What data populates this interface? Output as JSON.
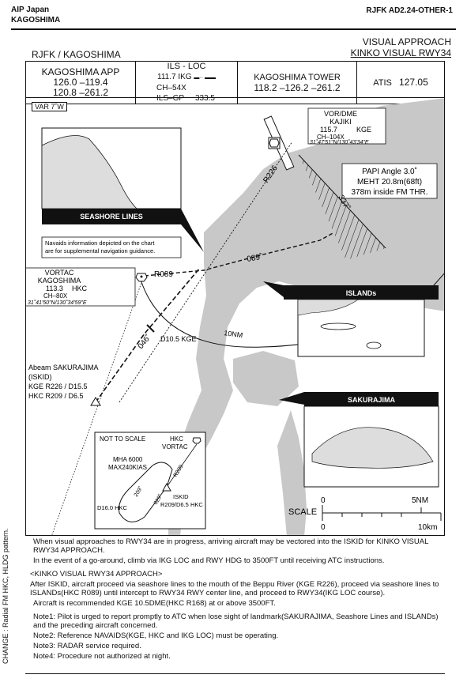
{
  "header": {
    "country": "AIP Japan",
    "city": "KAGOSHIMA",
    "doc_id": "RJFK AD2.24-OTHER-1"
  },
  "title": {
    "line1": "VISUAL APPROACH",
    "line2": "KINKO VISUAL RWY34",
    "airport": "RJFK / KAGOSHIMA"
  },
  "freq": {
    "app_name": "KAGOSHIMA  APP",
    "app_f1": "126.0 –119.4",
    "app_f2": "120.8 –261.2",
    "ils_name": "ILS - LOC",
    "ils_loc": "111.7 IKG",
    "ils_ch": "CH–54X",
    "ils_gp": "ILS–GP",
    "ils_gp_f": "333.5",
    "twr_name": "KAGOSHIMA TOWER",
    "twr_f": "118.2 –126.2 –261.2",
    "atis_name": "ATIS",
    "atis_f": "127.05"
  },
  "map": {
    "var": "VAR 7˚W",
    "kajiki_type": "VOR/DME",
    "kajiki_name": "KAJIKI",
    "kajiki_freq": "115.7",
    "kajiki_id": "KGE",
    "kajiki_ch": "CH–104X",
    "kajiki_coord": "31˚47'51\"N/130˚43'34\"E",
    "papi1": "PAPI Angle 3.0˚",
    "papi2": "MEHT 20.8m(68ft)",
    "papi3": "378m inside FM THR.",
    "seashore": "SEASHORE LINES",
    "navaid_note1": "Navaids information depicted on the chart",
    "navaid_note2": "are for supplemental navigation guidance.",
    "hkc_type": "VORTAC",
    "hkc_name": "KAGOSHIMA",
    "hkc_freq": "113.3",
    "hkc_id": "HKC",
    "hkc_ch": "CH–80X",
    "hkc_coord": "31˚41'50\"N/130˚34'59\"E",
    "r226": "R226",
    "r337": "337˚",
    "r089": "R089",
    "c089": "089˚",
    "c046": "046˚",
    "d105": "D10.5 KGE",
    "nm10": "10NM",
    "islands": "ISLANDs",
    "abeam1": "Abeam SAKURAJIMA",
    "abeam2": "(ISKID)",
    "abeam3": "KGE R226 / D15.5",
    "abeam4": "HKC R209 / D6.5",
    "sakurajima": "SAKURAJIMA",
    "inset_nts": "NOT TO SCALE",
    "inset_hkc": "HKC",
    "inset_vortac": "VORTAC",
    "inset_mha1": "MHA 6000",
    "inset_mha2": "MAX240KIAS",
    "inset_r209": "R209",
    "inset_209": "209˚",
    "inset_029": "029˚",
    "inset_d16": "D16.0 HKC",
    "inset_iskid": "ISKID",
    "inset_iskid_r": "R209/D6.5 HKC",
    "scale_label": "SCALE",
    "scale_0a": "0",
    "scale_5nm": "5NM",
    "scale_0b": "0",
    "scale_10km": "10km"
  },
  "notes": {
    "p1": "When visual approaches to RWY34 are in progress, arriving aircraft may be vectored into the ISKID for KINKO VISUAL RWY34 APPROACH.",
    "p2": "In the event of a go-around, climb via IKG LOC and RWY HDG to 3500FT until receiving ATC instructions.",
    "p3": "<KINKO VISUAL RWY34 APPROACH>",
    "p4": "After ISKID, aircraft proceed via seashore lines to the mouth of the Beppu River (KGE R226), proceed via seashore lines to ISLANDs(HKC R089) until intercept to RWY34 RWY center line, and proceed to RWY34(IKG LOC course).",
    "p5": "Aircraft is recommended KGE 10.5DME(HKC R168) at or above 3500FT.",
    "n1": "Note1: Pilot is urged to report promptly to ATC when lose sight of landmark(SAKURAJIMA, Seashore Lines and ISLANDs) and the preceding aircraft concerned.",
    "n2": "Note2: Reference NAVAIDS(KGE, HKC and IKG LOC) must be operating.",
    "n3": "Note3: RADAR service required.",
    "n4": "Note4: Procedure not authorized at night."
  },
  "side_text": "CHANGE : Radial FM HKC, HLDG pattern."
}
